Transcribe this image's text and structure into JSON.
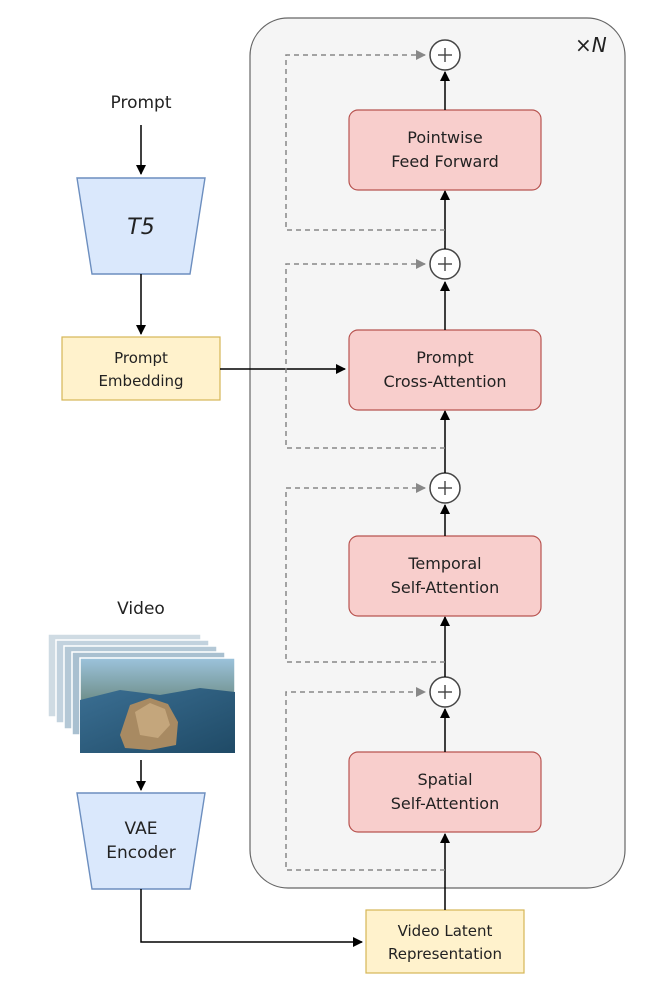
{
  "diagram": {
    "repeat_label": "×N",
    "prompt_label": "Prompt",
    "t5_label": "T5",
    "prompt_embedding": [
      "Prompt",
      "Embedding"
    ],
    "video_label": "Video",
    "vae_encoder": [
      "VAE",
      "Encoder"
    ],
    "video_latent": [
      "Video Latent",
      "Representation"
    ],
    "blocks": {
      "feed_forward": [
        "Pointwise",
        "Feed Forward"
      ],
      "cross_attention": [
        "Prompt",
        "Cross-Attention"
      ],
      "temporal": [
        "Temporal",
        "Self-Attention"
      ],
      "spatial": [
        "Spatial",
        "Self-Attention"
      ]
    },
    "colors": {
      "block_fill": "#f8cecc",
      "encoder_fill": "#dae8fc",
      "embedding_fill": "#fff2cc",
      "container_fill": "#f5f5f5"
    }
  }
}
